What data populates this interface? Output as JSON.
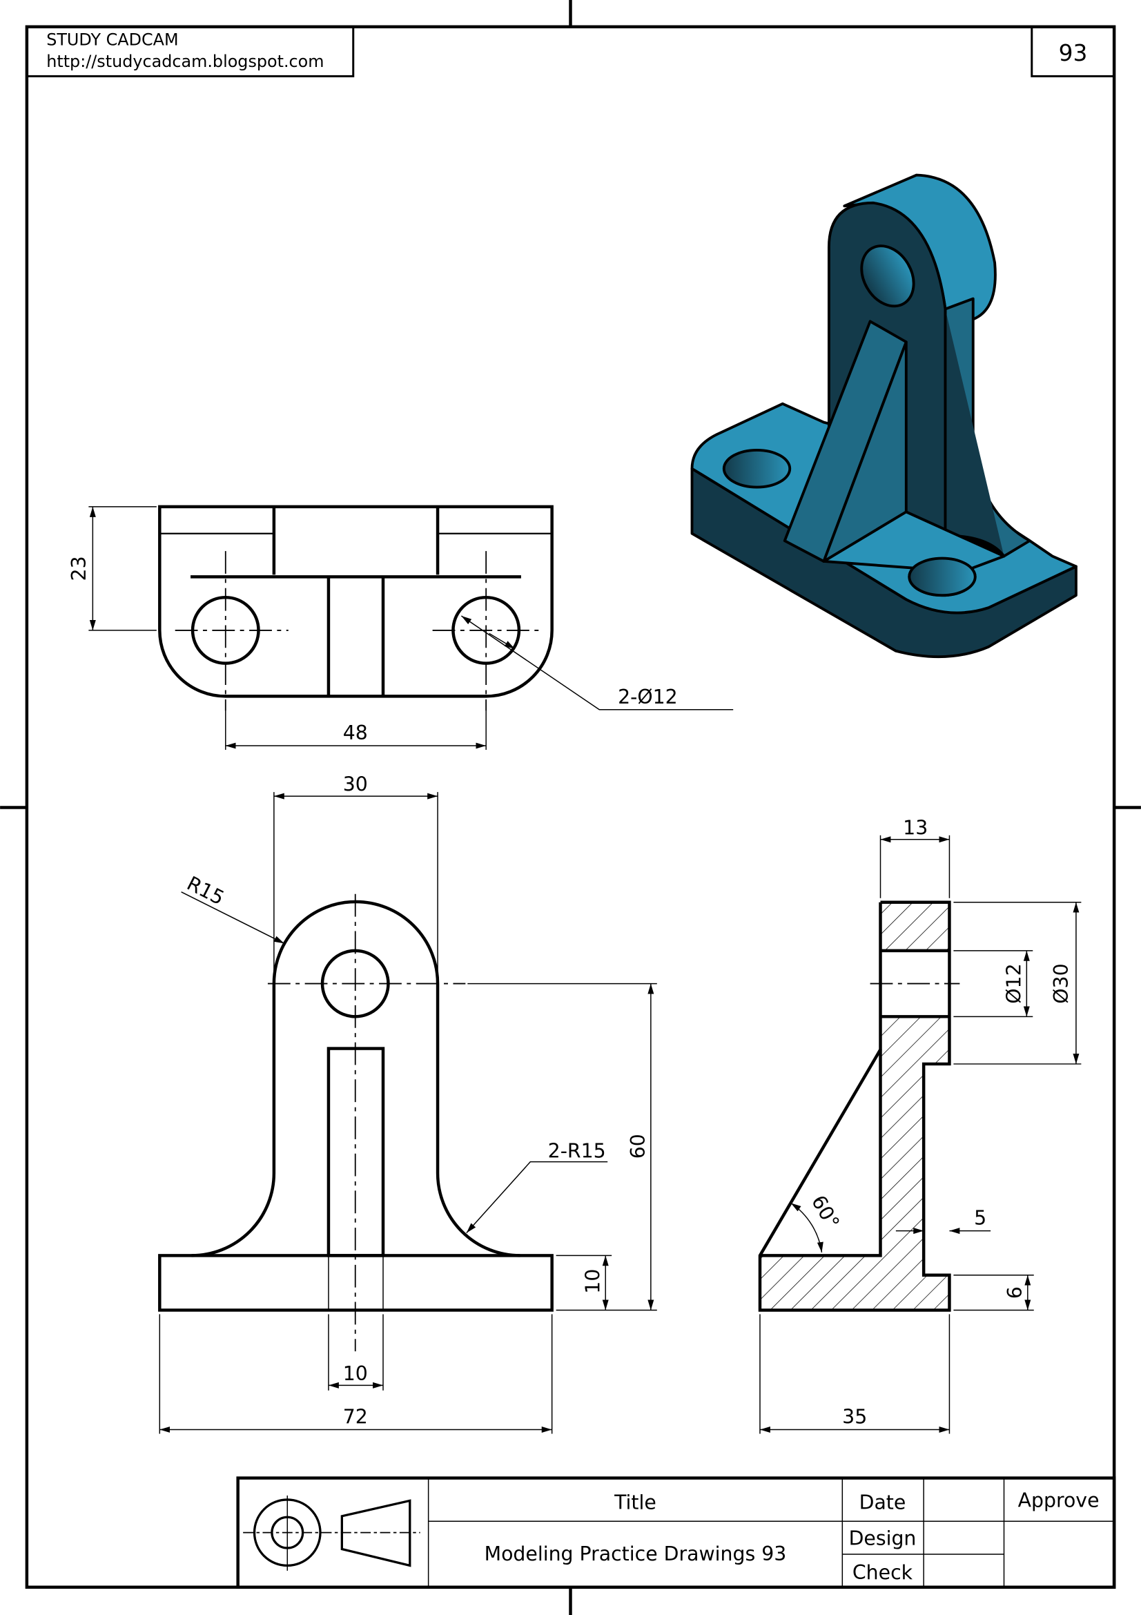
{
  "header": {
    "brand": "STUDY CADCAM",
    "url": "http://studycadcam.blogspot.com",
    "sheet_number": "93"
  },
  "top_view": {
    "dims": {
      "height": "23",
      "hole_spacing": "48",
      "holes": "2-Ø12"
    }
  },
  "front_view": {
    "dims": {
      "boss_width": "30",
      "boss_radius": "R15",
      "fillets": "2-R15",
      "height": "60",
      "base_thickness": "10",
      "rib_width": "10",
      "base_width": "72"
    }
  },
  "side_view": {
    "dims": {
      "boss_thickness": "13",
      "hole_dia": "Ø12",
      "boss_dia": "Ø30",
      "rib_angle": "60°",
      "slot_width": "5",
      "slot_height": "6",
      "base_depth": "35"
    }
  },
  "title_block": {
    "title_label": "Title",
    "title_value": "Modeling Practice Drawings 93",
    "date_label": "Date",
    "design_label": "Design",
    "check_label": "Check",
    "approve_label": "Approve"
  },
  "colors": {
    "iso_light": "#2a93b8",
    "iso_mid": "#1f6a85",
    "iso_dark": "#133a4a"
  }
}
